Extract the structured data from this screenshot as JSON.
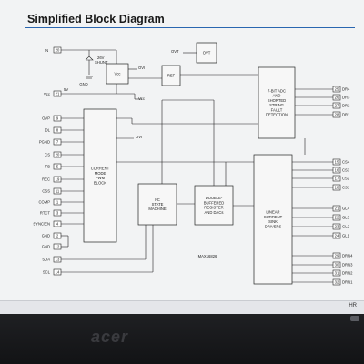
{
  "page": {
    "title": "Simplified Block Diagram"
  },
  "diagram": {
    "supply": {
      "in_label": "IN",
      "in_pin": "20",
      "zener_label_1": "26V",
      "zener_label_2": "SHUNT",
      "gnd_label": "GND",
      "vcc_block": "Vcc",
      "ovi_label_1": "OVI",
      "ovi_label_2": "OVI",
      "ovt_label": "OVT",
      "ovt_block": "OVT",
      "ref_block": "REF",
      "vcc_pin_label": "Vcc",
      "vcc_pin": "21",
      "fivev_label": "5V",
      "vcc_arrow_label": "Vcc"
    },
    "blocks": {
      "pwm": [
        "CURRENT",
        "MODE",
        "PWM",
        "BLOCK"
      ],
      "state": [
        "I²C",
        "STATE",
        "MACHINE"
      ],
      "regs": [
        "DOUBLE-",
        "BUFFERED",
        "REGISTER",
        "AND DACs"
      ],
      "adc": [
        "7-BIT ADC",
        "AND",
        "SHORTED",
        "STRING",
        "FAULT",
        "DETECTION"
      ],
      "sink": [
        "LINEAR",
        "CURRENT",
        "SINK",
        "DRIVERS"
      ]
    },
    "ovi_pwm": "OVI",
    "chip_name": "MAX16826",
    "left_pins": [
      {
        "label": "OVP",
        "num": "9"
      },
      {
        "label": "DL",
        "num": "8"
      },
      {
        "label": "PGND",
        "num": "7"
      },
      {
        "label": "CS",
        "num": "20"
      },
      {
        "label": "FB",
        "num": "5"
      },
      {
        "label": "REC",
        "num": "19"
      },
      {
        "label": "CSS",
        "num": "11"
      },
      {
        "label": "COMP",
        "num": "1"
      },
      {
        "label": "RTCT",
        "num": "3"
      },
      {
        "label": "SYNC/EN",
        "num": "4"
      },
      {
        "label": "GND",
        "num": "2"
      },
      {
        "label": "GND",
        "num": "12"
      },
      {
        "label": "SDA",
        "num": "13"
      },
      {
        "label": "SCL",
        "num": "14"
      }
    ],
    "right_pins_top": [
      {
        "label": "DR4",
        "num": "25"
      },
      {
        "label": "DR3",
        "num": "26"
      },
      {
        "label": "DR2",
        "num": "27"
      },
      {
        "label": "DR1",
        "num": "28"
      }
    ],
    "right_pins_mid": [
      {
        "label": "CS4",
        "num": "15"
      },
      {
        "label": "CS3",
        "num": "16"
      },
      {
        "label": "CS2",
        "num": "17"
      },
      {
        "label": "CS1",
        "num": "18"
      }
    ],
    "right_pins_gl": [
      {
        "label": "GL4",
        "num": "21"
      },
      {
        "label": "GL3",
        "num": "22"
      },
      {
        "label": "GL2",
        "num": "23"
      },
      {
        "label": "GL1",
        "num": "24"
      }
    ],
    "right_pins_bot": [
      {
        "label": "DRN4",
        "num": "29"
      },
      {
        "label": "DRN3",
        "num": "30"
      },
      {
        "label": "DRN2",
        "num": "31"
      },
      {
        "label": "DRN1",
        "num": "32"
      }
    ]
  },
  "taskbar": {
    "right_text": "HR"
  },
  "laptop": {
    "brand": "acer"
  }
}
